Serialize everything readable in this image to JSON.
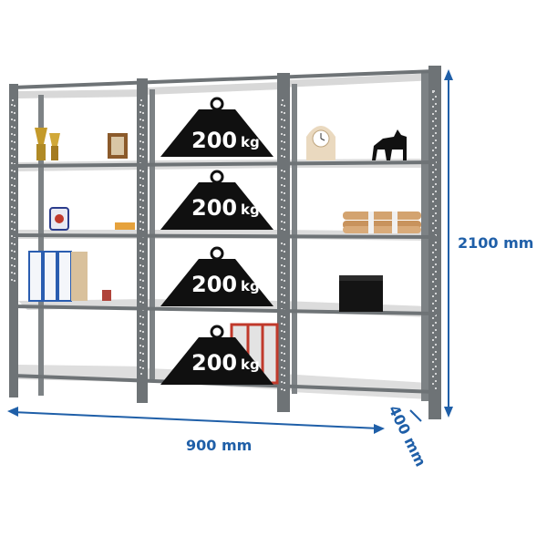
{
  "dimensions": {
    "height": "2100 mm",
    "width": "900 mm",
    "depth": "400 mm"
  },
  "load_weights": [
    {
      "value": "200",
      "unit": "kg"
    },
    {
      "value": "200",
      "unit": "kg"
    },
    {
      "value": "200",
      "unit": "kg"
    },
    {
      "value": "200",
      "unit": "kg"
    }
  ],
  "colors": {
    "frame": "#6e7376",
    "frame_dark": "#4b5053",
    "shelf": "#dcdcdc",
    "shelf_edge": "#9c9fa1",
    "dimension_accent": "#1f5fa8",
    "weight": "#101010"
  }
}
